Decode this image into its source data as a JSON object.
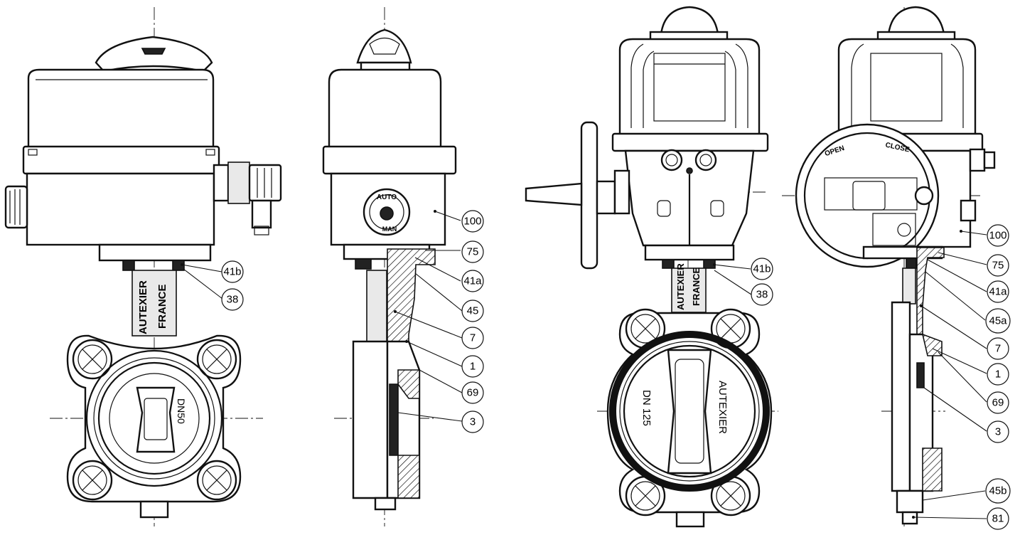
{
  "views": [
    {
      "id": "view1",
      "labels": {
        "stem": "AUTEXIER",
        "stem2": "FRANCE",
        "disc": "DN50"
      },
      "callouts": [
        "41b",
        "38"
      ]
    },
    {
      "id": "view2",
      "labels": {
        "knob_top": "AUTO",
        "knob_bottom": "MAN"
      },
      "callouts": [
        "100",
        "75",
        "41a",
        "45",
        "7",
        "1",
        "69",
        "3"
      ]
    },
    {
      "id": "view3",
      "labels": {
        "stem": "AUTEXIER",
        "stem2": "FRANCE",
        "disc_left": "DN 125",
        "disc_right": "AUTEXIER"
      },
      "callouts": [
        "41b",
        "38"
      ]
    },
    {
      "id": "view4",
      "labels": {
        "wheel_open": "OPEN",
        "wheel_close": "CLOSE"
      },
      "callouts": [
        "100",
        "75",
        "41a",
        "45a",
        "7",
        "1",
        "69",
        "3",
        "45b",
        "81"
      ]
    }
  ]
}
